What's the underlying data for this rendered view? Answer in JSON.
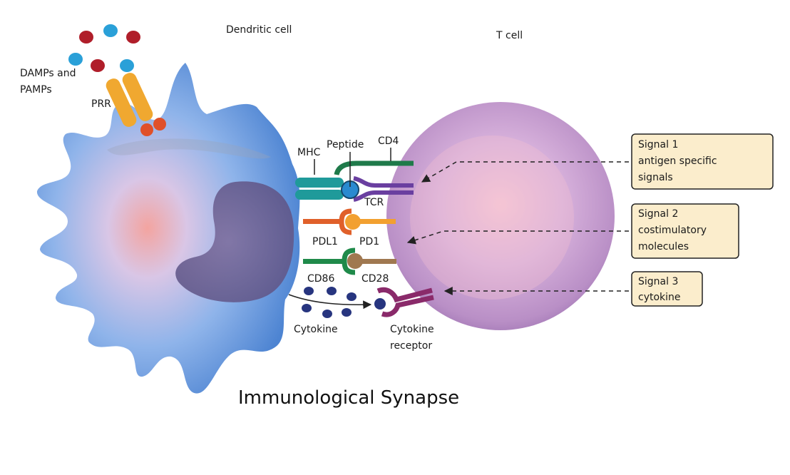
{
  "labels": {
    "dendritic_cell": "Dendritic cell",
    "t_cell": "T cell",
    "damps_line1": "DAMPs and",
    "damps_line2": "PAMPs",
    "prr": "PRR",
    "mhc": "MHC",
    "peptide": "Peptide",
    "cd4": "CD4",
    "tcr": "TCR",
    "pdl1": "PDL1",
    "pd1": "PD1",
    "cd86": "CD86",
    "cd28": "CD28",
    "cytokine": "Cytokine",
    "cytokine_receptor_line1": "Cytokine",
    "cytokine_receptor_line2": "receptor",
    "title": "Immunological Synapse"
  },
  "signals": [
    {
      "lines": [
        "Signal 1",
        "antigen specific",
        "signals"
      ]
    },
    {
      "lines": [
        "Signal 2",
        "costimulatory",
        "molecules"
      ]
    },
    {
      "lines": [
        "Signal 3",
        "cytokine"
      ]
    }
  ],
  "colors": {
    "dendritic": "#5b8fd6",
    "tcell": "#b48ac6",
    "nucleus": "#7a6a9a",
    "mhc": "#1f9a9a",
    "tcr": "#6a3fa0",
    "cd4": "#1f7a4a",
    "pdl1": "#e0602a",
    "pd1": "#f2a030",
    "cd86": "#1f8a4a",
    "cd28": "#a07850",
    "receptor": "#8a2a6a",
    "cytokine_dot": "#27357f",
    "damp_red": "#b01e2a",
    "damp_blue": "#2aa0d8",
    "prr": "#f0a830",
    "signal_fill": "#fbedcc"
  }
}
